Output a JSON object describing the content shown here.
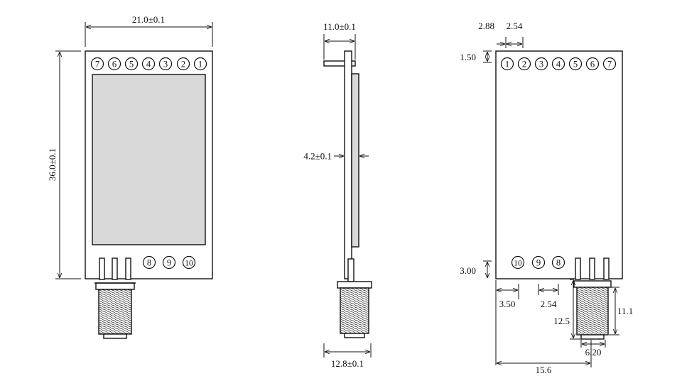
{
  "front_view": {
    "width_dim": "21.0±0.1",
    "height_dim": "36.0±0.1",
    "top_pins": [
      "7",
      "6",
      "5",
      "4",
      "3",
      "2",
      "1"
    ],
    "bottom_pins": [
      "8",
      "9",
      "10"
    ]
  },
  "side_view": {
    "top_dim": "11.0±0.1",
    "thickness_dim": "4.2±0.1",
    "bottom_dim": "12.8±0.1"
  },
  "back_view": {
    "pin_offset_dim": "2.88",
    "pin_pitch_dim": "2.54",
    "top_margin_dim": "1.50",
    "bottom_margin_dim": "3.00",
    "top_pins": [
      "1",
      "2",
      "3",
      "4",
      "5",
      "6",
      "7"
    ],
    "bottom_pins": [
      "10",
      "9",
      "8"
    ],
    "bottom_pin_offset_dim": "3.50",
    "bottom_pin_pitch_dim": "2.54",
    "antenna_length_dim": "12.5",
    "antenna_body_dim": "11.1",
    "antenna_width_dim": "6.20",
    "antenna_position_dim": "15.6"
  },
  "colors": {
    "outline": "#111111",
    "shield": "#d9d9d9"
  }
}
